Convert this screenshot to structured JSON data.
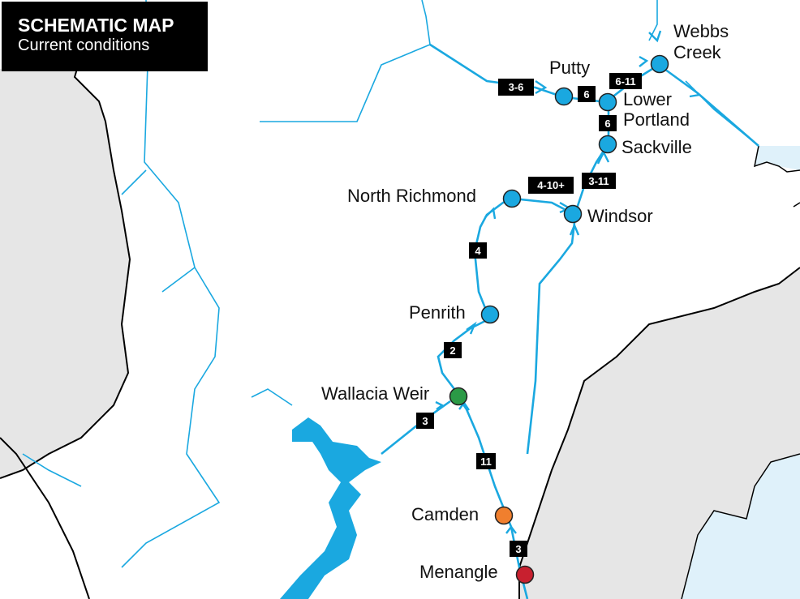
{
  "header": {
    "title": "SCHEMATIC MAP",
    "subtitle": "Current conditions"
  },
  "colors": {
    "land_grey": "#e6e6e6",
    "water": "#1aa8e0",
    "sea": "#dff1fa",
    "status_blue": "#1aa8e0",
    "status_green": "#2b9a46",
    "status_orange": "#f07f2e",
    "status_red": "#c8202f"
  },
  "stations": [
    {
      "id": "webbs-creek",
      "label": "Webbs Creek",
      "status": "blue"
    },
    {
      "id": "putty",
      "label": "Putty",
      "status": "blue"
    },
    {
      "id": "lower-portland",
      "label": "Lower Portland",
      "status": "blue"
    },
    {
      "id": "sackville",
      "label": "Sackville",
      "status": "blue"
    },
    {
      "id": "north-richmond",
      "label": "North Richmond",
      "status": "blue"
    },
    {
      "id": "windsor",
      "label": "Windsor",
      "status": "blue"
    },
    {
      "id": "penrith",
      "label": "Penrith",
      "status": "blue"
    },
    {
      "id": "wallacia-weir",
      "label": "Wallacia Weir",
      "status": "green"
    },
    {
      "id": "camden",
      "label": "Camden",
      "status": "orange"
    },
    {
      "id": "menangle",
      "label": "Menangle",
      "status": "red"
    }
  ],
  "travel_times": [
    {
      "id": "putty-approach",
      "text": "3-6"
    },
    {
      "id": "putty-lower-portland",
      "text": "6"
    },
    {
      "id": "lower-portland-webbs",
      "text": "6-11"
    },
    {
      "id": "sackville-lower-portland",
      "text": "6"
    },
    {
      "id": "north-richmond-windsor",
      "text": "4-10+"
    },
    {
      "id": "windsor-sackville",
      "text": "3-11"
    },
    {
      "id": "penrith-north-richmond",
      "text": "4"
    },
    {
      "id": "wallacia-penrith",
      "text": "2"
    },
    {
      "id": "lake-wallacia",
      "text": "3"
    },
    {
      "id": "camden-wallacia",
      "text": "11"
    },
    {
      "id": "menangle-camden",
      "text": "3"
    }
  ]
}
